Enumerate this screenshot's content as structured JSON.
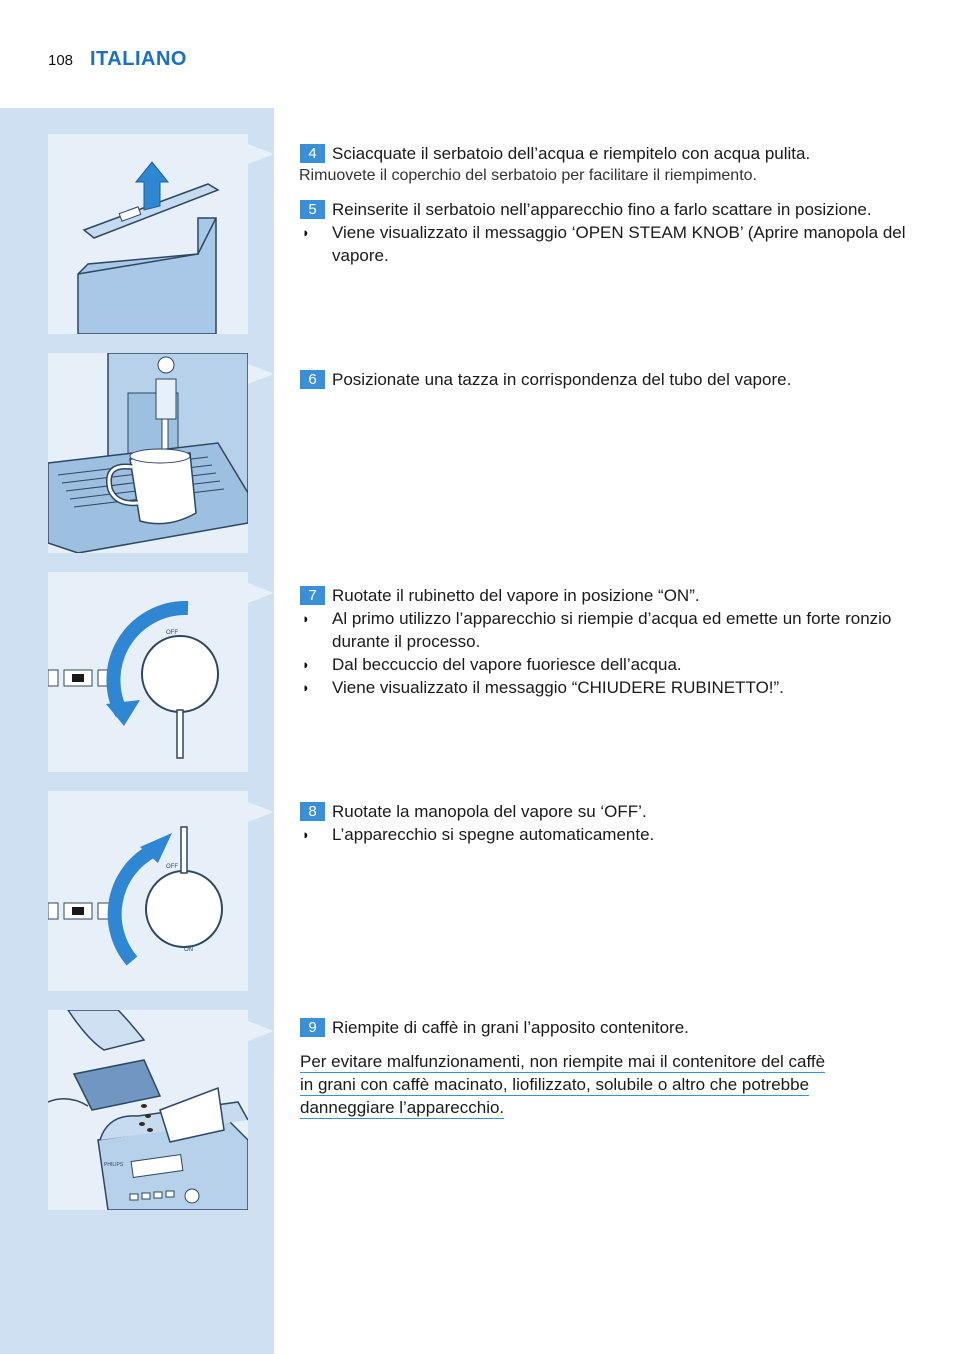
{
  "header": {
    "page_number": "108",
    "language": "ITALIANO"
  },
  "steps": [
    {
      "num": "4",
      "text": "Sciacquate il serbatoio dell’acqua e riempitelo con acqua pulita.",
      "note": "Rimuovete il coperchio del serbatoio per facilitare il riempimento."
    },
    {
      "num": "5",
      "text": "Reinserite il serbatoio nell’apparecchio fino a farlo scattare in posizione.",
      "bullets": [
        "Viene visualizzato il messaggio ‘OPEN STEAM KNOB’ (Aprire manopola del vapore."
      ]
    },
    {
      "num": "6",
      "text": "Posizionate una tazza in corrispondenza del tubo del vapore."
    },
    {
      "num": "7",
      "text": "Ruotate il rubinetto del vapore in posizione “ON”.",
      "bullets": [
        "Al primo utilizzo l’apparecchio si riempie d’acqua ed emette un forte ronzio durante il processo.",
        "Dal beccuccio del vapore fuoriesce dell’acqua.",
        "Viene visualizzato il messaggio “CHIUDERE RUBINETTO!”."
      ]
    },
    {
      "num": "8",
      "text": "Ruotate la manopola del vapore su ‘OFF’.",
      "bullets": [
        "L’apparecchio si spegne automaticamente."
      ]
    },
    {
      "num": "9",
      "text": "Riempite di caffè in grani l’apposito contenitore."
    }
  ],
  "warning": {
    "lines": [
      "Per evitare malfunzionamenti, non riempite mai il contenitore del caffè",
      "in grani con caffè macinato, liofilizzato, solubile o altro che potrebbe",
      "danneggiare l’apparecchio."
    ]
  },
  "illustrations": {
    "knob_off_label": "OFF",
    "knob_on_label": "ON",
    "brand_label": "PHILIPS"
  },
  "colors": {
    "accent": "#3b8fd6",
    "sidebar": "#cfe0f3",
    "panel": "#e7eff8",
    "title": "#1a6fc1"
  }
}
